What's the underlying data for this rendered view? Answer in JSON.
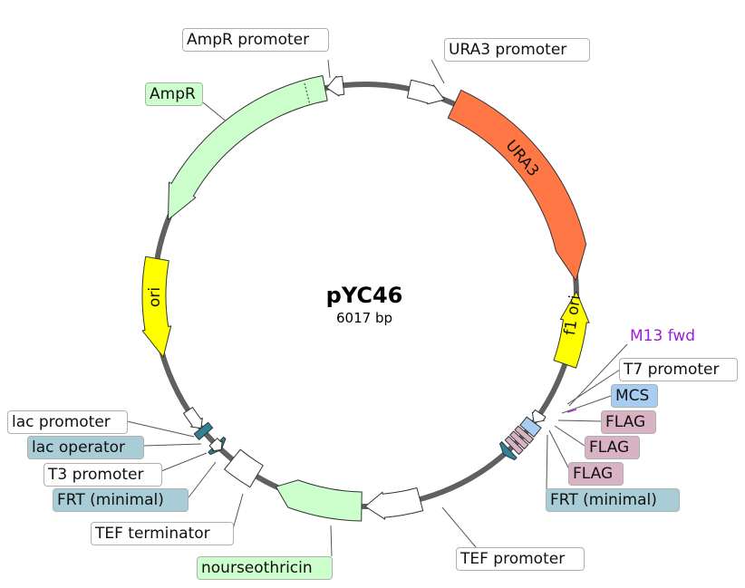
{
  "plasmid": {
    "name": "pYC46",
    "length_label": "6017 bp"
  },
  "colors": {
    "backbone": "#606060",
    "white": "#ffffff",
    "green": "#ccffcc",
    "orange": "#ff7744",
    "yellow": "#ffff00",
    "teal": "#2f8196",
    "teal_label": "#a9cdd6",
    "blue": "#a8cdf2",
    "pink": "#d9b2c3",
    "purple": "#9a1fd6"
  },
  "features": [
    {
      "label": "URA3",
      "type": "cds",
      "color": "orange",
      "inside_label": true
    },
    {
      "label": "f1 ori",
      "type": "origin",
      "color": "yellow",
      "inside_label": true
    },
    {
      "label": "ori",
      "type": "origin",
      "color": "yellow",
      "inside_label": true
    },
    {
      "label": "AmpR",
      "type": "cds",
      "color": "green"
    },
    {
      "label": "AmpR promoter",
      "type": "promoter",
      "color": "white"
    },
    {
      "label": "URA3 promoter",
      "type": "promoter",
      "color": "white"
    },
    {
      "label": "M13 fwd",
      "type": "primer_bind",
      "color": "purple"
    },
    {
      "label": "T7 promoter",
      "type": "promoter",
      "color": "white"
    },
    {
      "label": "MCS",
      "type": "misc",
      "color": "blue"
    },
    {
      "label": "FLAG",
      "type": "tag",
      "color": "pink"
    },
    {
      "label": "FLAG",
      "type": "tag",
      "color": "pink"
    },
    {
      "label": "FLAG",
      "type": "tag",
      "color": "pink"
    },
    {
      "label": "FRT (minimal)",
      "type": "protein_bind",
      "color": "teal"
    },
    {
      "label": "TEF promoter",
      "type": "promoter",
      "color": "white"
    },
    {
      "label": "nourseothricin",
      "type": "cds",
      "color": "green"
    },
    {
      "label": "TEF terminator",
      "type": "terminator",
      "color": "white"
    },
    {
      "label": "FRT (minimal)",
      "type": "protein_bind",
      "color": "teal"
    },
    {
      "label": "T3 promoter",
      "type": "promoter",
      "color": "white"
    },
    {
      "label": "lac operator",
      "type": "protein_bind",
      "color": "teal"
    },
    {
      "label": "lac promoter",
      "type": "promoter",
      "color": "white"
    }
  ]
}
